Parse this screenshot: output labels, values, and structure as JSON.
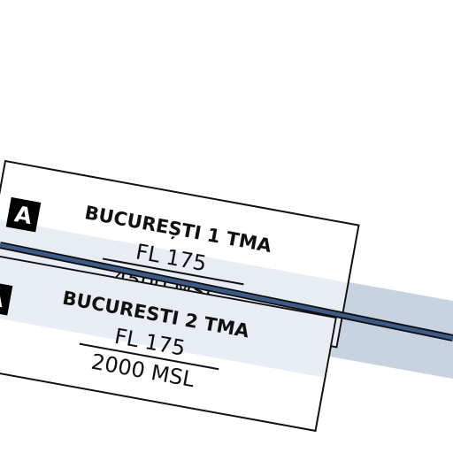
{
  "map": {
    "colors": {
      "background": "#ffffff",
      "airway_band": "#c7d3e0",
      "box_tint": "#e7edf3",
      "route_line": "#3c5a87",
      "text": "#111111",
      "badge": "#000000"
    },
    "airspaces": [
      {
        "class": "A",
        "name": "BUCUREȘTI 1 TMA",
        "upper_limit": "FL 175",
        "lower_limit": "4500 MSL"
      },
      {
        "class": "A",
        "name": "BUCURESTI 2 TMA",
        "upper_limit": "FL 175",
        "lower_limit": "2000 MSL"
      }
    ]
  }
}
